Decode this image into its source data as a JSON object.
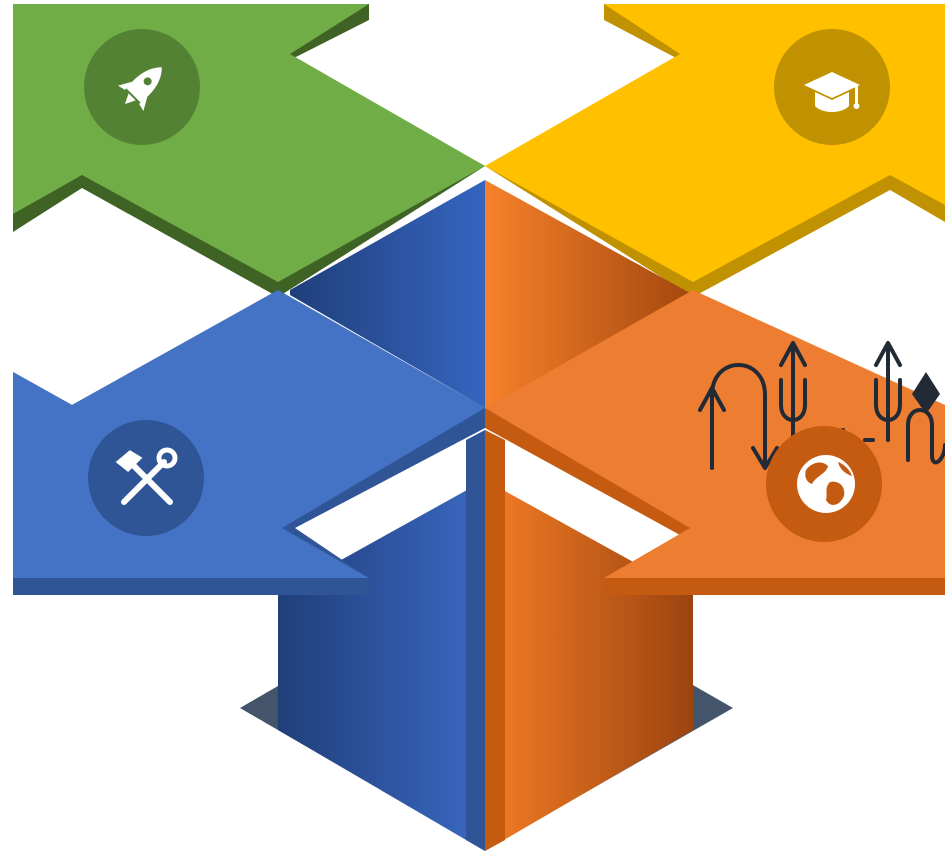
{
  "diagram": {
    "colors": {
      "green": "#70ad47",
      "green_dark": "#3f6325",
      "green_badge": "#548235",
      "yellow": "#ffc000",
      "yellow_dark": "#c09100",
      "yellow_badge": "#c09100",
      "blue": "#4472c4",
      "blue_dark": "#2f5597",
      "blue_badge": "#2f5597",
      "orange": "#ed7d31",
      "orange_dark": "#c55a11",
      "orange_badge": "#c55a11",
      "shadow": "#44546a",
      "decoration_stroke": "#222a35",
      "icon_color": "#ffffff"
    },
    "arrows": [
      {
        "name": "green-arrow",
        "icon": "rocket-icon",
        "color": "green"
      },
      {
        "name": "yellow-arrow",
        "icon": "graduation-cap-icon",
        "color": "yellow"
      },
      {
        "name": "blue-arrow",
        "icon": "tools-icon",
        "color": "blue"
      },
      {
        "name": "orange-arrow",
        "icon": "globe-icon",
        "color": "orange"
      }
    ]
  }
}
